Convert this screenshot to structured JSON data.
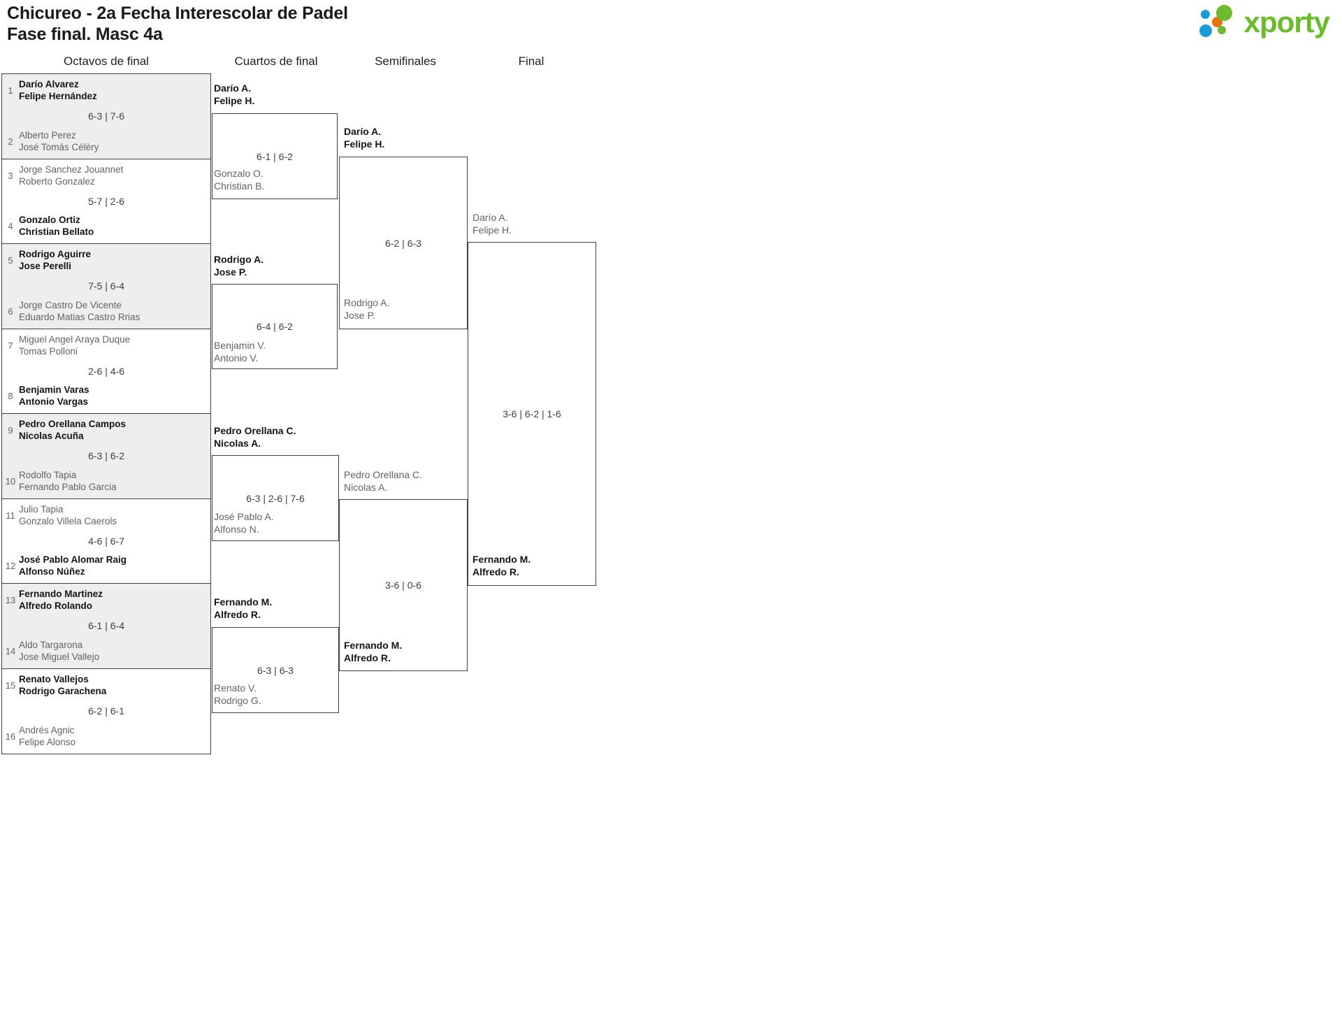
{
  "header": {
    "title_line1": "Chicureo - 2a Fecha Interescolar de Padel",
    "title_line2": "Fase final. Masc 4a",
    "logo_word": "xporty",
    "logo_colors": {
      "blue": "#1a9bd7",
      "orange": "#e8730c",
      "green": "#6cba2e"
    }
  },
  "rounds": [
    {
      "id": "r16",
      "label": "Octavos de final"
    },
    {
      "id": "qf",
      "label": "Cuartos de final"
    },
    {
      "id": "sf",
      "label": "Semifinales"
    },
    {
      "id": "f",
      "label": "Final"
    }
  ],
  "round_of_16": [
    {
      "shaded": true,
      "top": {
        "seed": "1",
        "p1": "Darío Alvarez",
        "p2": "Felipe Hernández",
        "winner": true
      },
      "bottom": {
        "seed": "2",
        "p1": "Alberto Perez",
        "p2": "José Tomás Célèry",
        "winner": false
      },
      "score": "6-3 | 7-6"
    },
    {
      "shaded": false,
      "top": {
        "seed": "3",
        "p1": "Jorge Sanchez Jouannet",
        "p2": "Roberto Gonzalez",
        "winner": false
      },
      "bottom": {
        "seed": "4",
        "p1": "Gonzalo Ortiz",
        "p2": "Christian Bellato",
        "winner": true
      },
      "score": "5-7 | 2-6"
    },
    {
      "shaded": true,
      "top": {
        "seed": "5",
        "p1": "Rodrigo Aguirre",
        "p2": "Jose Perelli",
        "winner": true
      },
      "bottom": {
        "seed": "6",
        "p1": "Jorge Castro De Vicente",
        "p2": "Eduardo Matias Castro Rrias",
        "winner": false
      },
      "score": "7-5 | 6-4"
    },
    {
      "shaded": false,
      "top": {
        "seed": "7",
        "p1": "Miguel Angel Araya Duque",
        "p2": "Tomas Polloni",
        "winner": false
      },
      "bottom": {
        "seed": "8",
        "p1": "Benjamin Varas",
        "p2": "Antonio Vargas",
        "winner": true
      },
      "score": "2-6 | 4-6"
    },
    {
      "shaded": true,
      "top": {
        "seed": "9",
        "p1": "Pedro Orellana Campos",
        "p2": "Nicolas Acuña",
        "winner": true
      },
      "bottom": {
        "seed": "10",
        "p1": "Rodolfo Tapia",
        "p2": "Fernando Pablo Garcia",
        "winner": false
      },
      "score": "6-3 | 6-2"
    },
    {
      "shaded": false,
      "top": {
        "seed": "11",
        "p1": "Julio Tapia",
        "p2": "Gonzalo Villela Caerols",
        "winner": false
      },
      "bottom": {
        "seed": "12",
        "p1": "José Pablo Alomar Raig",
        "p2": "Alfonso Núñez",
        "winner": true
      },
      "score": "4-6 | 6-7"
    },
    {
      "shaded": true,
      "top": {
        "seed": "13",
        "p1": "Fernando Martinez",
        "p2": "Alfredo Rolando",
        "winner": true
      },
      "bottom": {
        "seed": "14",
        "p1": "Aldo Targarona",
        "p2": "Jose Miguel Vallejo",
        "winner": false
      },
      "score": "6-1 | 6-4"
    },
    {
      "shaded": false,
      "top": {
        "seed": "15",
        "p1": "Renato Vallejos",
        "p2": "Rodrigo Garachena",
        "winner": true
      },
      "bottom": {
        "seed": "16",
        "p1": "Andrés Agnic",
        "p2": "Felipe Alonso",
        "winner": false
      },
      "score": "6-2 | 6-1"
    }
  ],
  "quarter_finals": [
    {
      "top": {
        "p1": "Darío A.",
        "p2": "Felipe H.",
        "winner": true
      },
      "bottom": {
        "p1": "Gonzalo O.",
        "p2": "Christian B.",
        "winner": false
      },
      "score": "6-1 | 6-2"
    },
    {
      "top": {
        "p1": "Rodrigo A.",
        "p2": "Jose P.",
        "winner": true
      },
      "bottom": {
        "p1": "Benjamin V.",
        "p2": "Antonio V.",
        "winner": false
      },
      "score": "6-4 | 6-2"
    },
    {
      "top": {
        "p1": "Pedro Orellana C.",
        "p2": "Nicolas A.",
        "winner": true
      },
      "bottom": {
        "p1": "José Pablo A.",
        "p2": "Alfonso N.",
        "winner": false
      },
      "score": "6-3 | 2-6 | 7-6"
    },
    {
      "top": {
        "p1": "Fernando M.",
        "p2": "Alfredo R.",
        "winner": true
      },
      "bottom": {
        "p1": "Renato V.",
        "p2": "Rodrigo G.",
        "winner": false
      },
      "score": "6-3 | 6-3"
    }
  ],
  "semi_finals": [
    {
      "top": {
        "p1": "Darío A.",
        "p2": "Felipe H.",
        "winner": true
      },
      "bottom": {
        "p1": "Rodrigo A.",
        "p2": "Jose P.",
        "winner": false
      },
      "score": "6-2 | 6-3"
    },
    {
      "top": {
        "p1": "Pedro Orellana C.",
        "p2": "Nicolas A.",
        "winner": false
      },
      "bottom": {
        "p1": "Fernando M.",
        "p2": "Alfredo R.",
        "winner": true
      },
      "score": "3-6 | 0-6"
    }
  ],
  "final": {
    "top": {
      "p1": "Darío A.",
      "p2": "Felipe H.",
      "winner": false
    },
    "bottom": {
      "p1": "Fernando M.",
      "p2": "Alfredo R.",
      "winner": true
    },
    "score": "3-6 | 6-2 | 1-6"
  }
}
